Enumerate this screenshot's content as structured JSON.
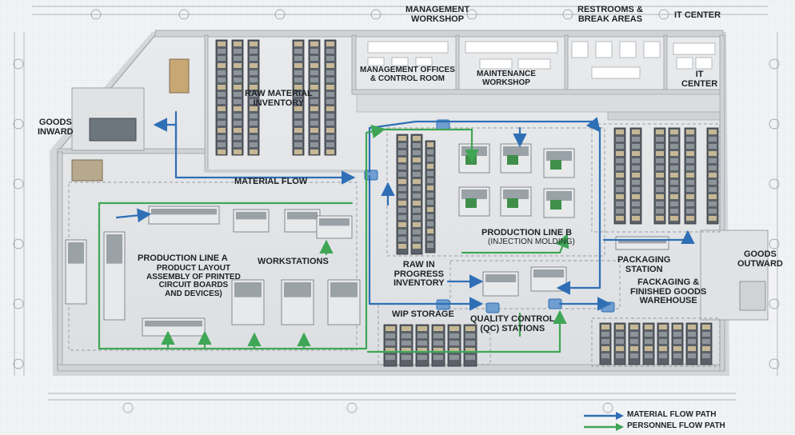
{
  "labels": {
    "management_workshop": "MANAGEMENT\nWORKSHOP",
    "restrooms": "RESTROOMS &\nBREAK AREAS",
    "it_center_top": "IT CENTER",
    "raw_material": "RAW MATERIAL\nINVENTORY",
    "mgmt_offices": "MANAGEMENT OFFICES\n& CONTROL ROOM",
    "maintenance": "MAINTENANCE\nWORKSHOP",
    "it_center_room": "IT\nCENTER",
    "goods_inward": "GOODS\nINWARD",
    "goods_outward": "GOODS\nOUTWARD",
    "material_flow": "MATERIAL FLOW",
    "production_line_a": "PRODUCTION LINE A",
    "production_line_a_sub": "PRODUCT LAYOUT\nASSEMBLY OF PRINTED\nCIRCUIT BOARDS\nAND DEVICES)",
    "workstations": "WORKSTATIONS",
    "raw_in_progress": "RAW IN\nPROGRESS\nINVENTORY",
    "production_line_b": "PRODUCTION LINE B",
    "production_line_b_sub": "(INJECTION MOLDING)",
    "packaging_station": "PACKAGING\nSTATION",
    "packaging_warehouse": "FACKAGING &\nFINISHED GOODS\nWAREHOUSE",
    "wip_storage": "WIP STORAGE",
    "quality_control": "QUALITY CONTROL\n(QC) STATIONS"
  },
  "legend": {
    "material_flow_path": "MATERIAL FLOW PATH",
    "personnel_flow_path": "PERSONNEL FLOW PATH"
  },
  "colors": {
    "material_flow": "#2f6fb5",
    "personnel_flow": "#3fa655",
    "wall": "#c9cdd1",
    "floor": "#e4e6e8",
    "rack": "#4d545b",
    "box": "#b7a98b"
  }
}
